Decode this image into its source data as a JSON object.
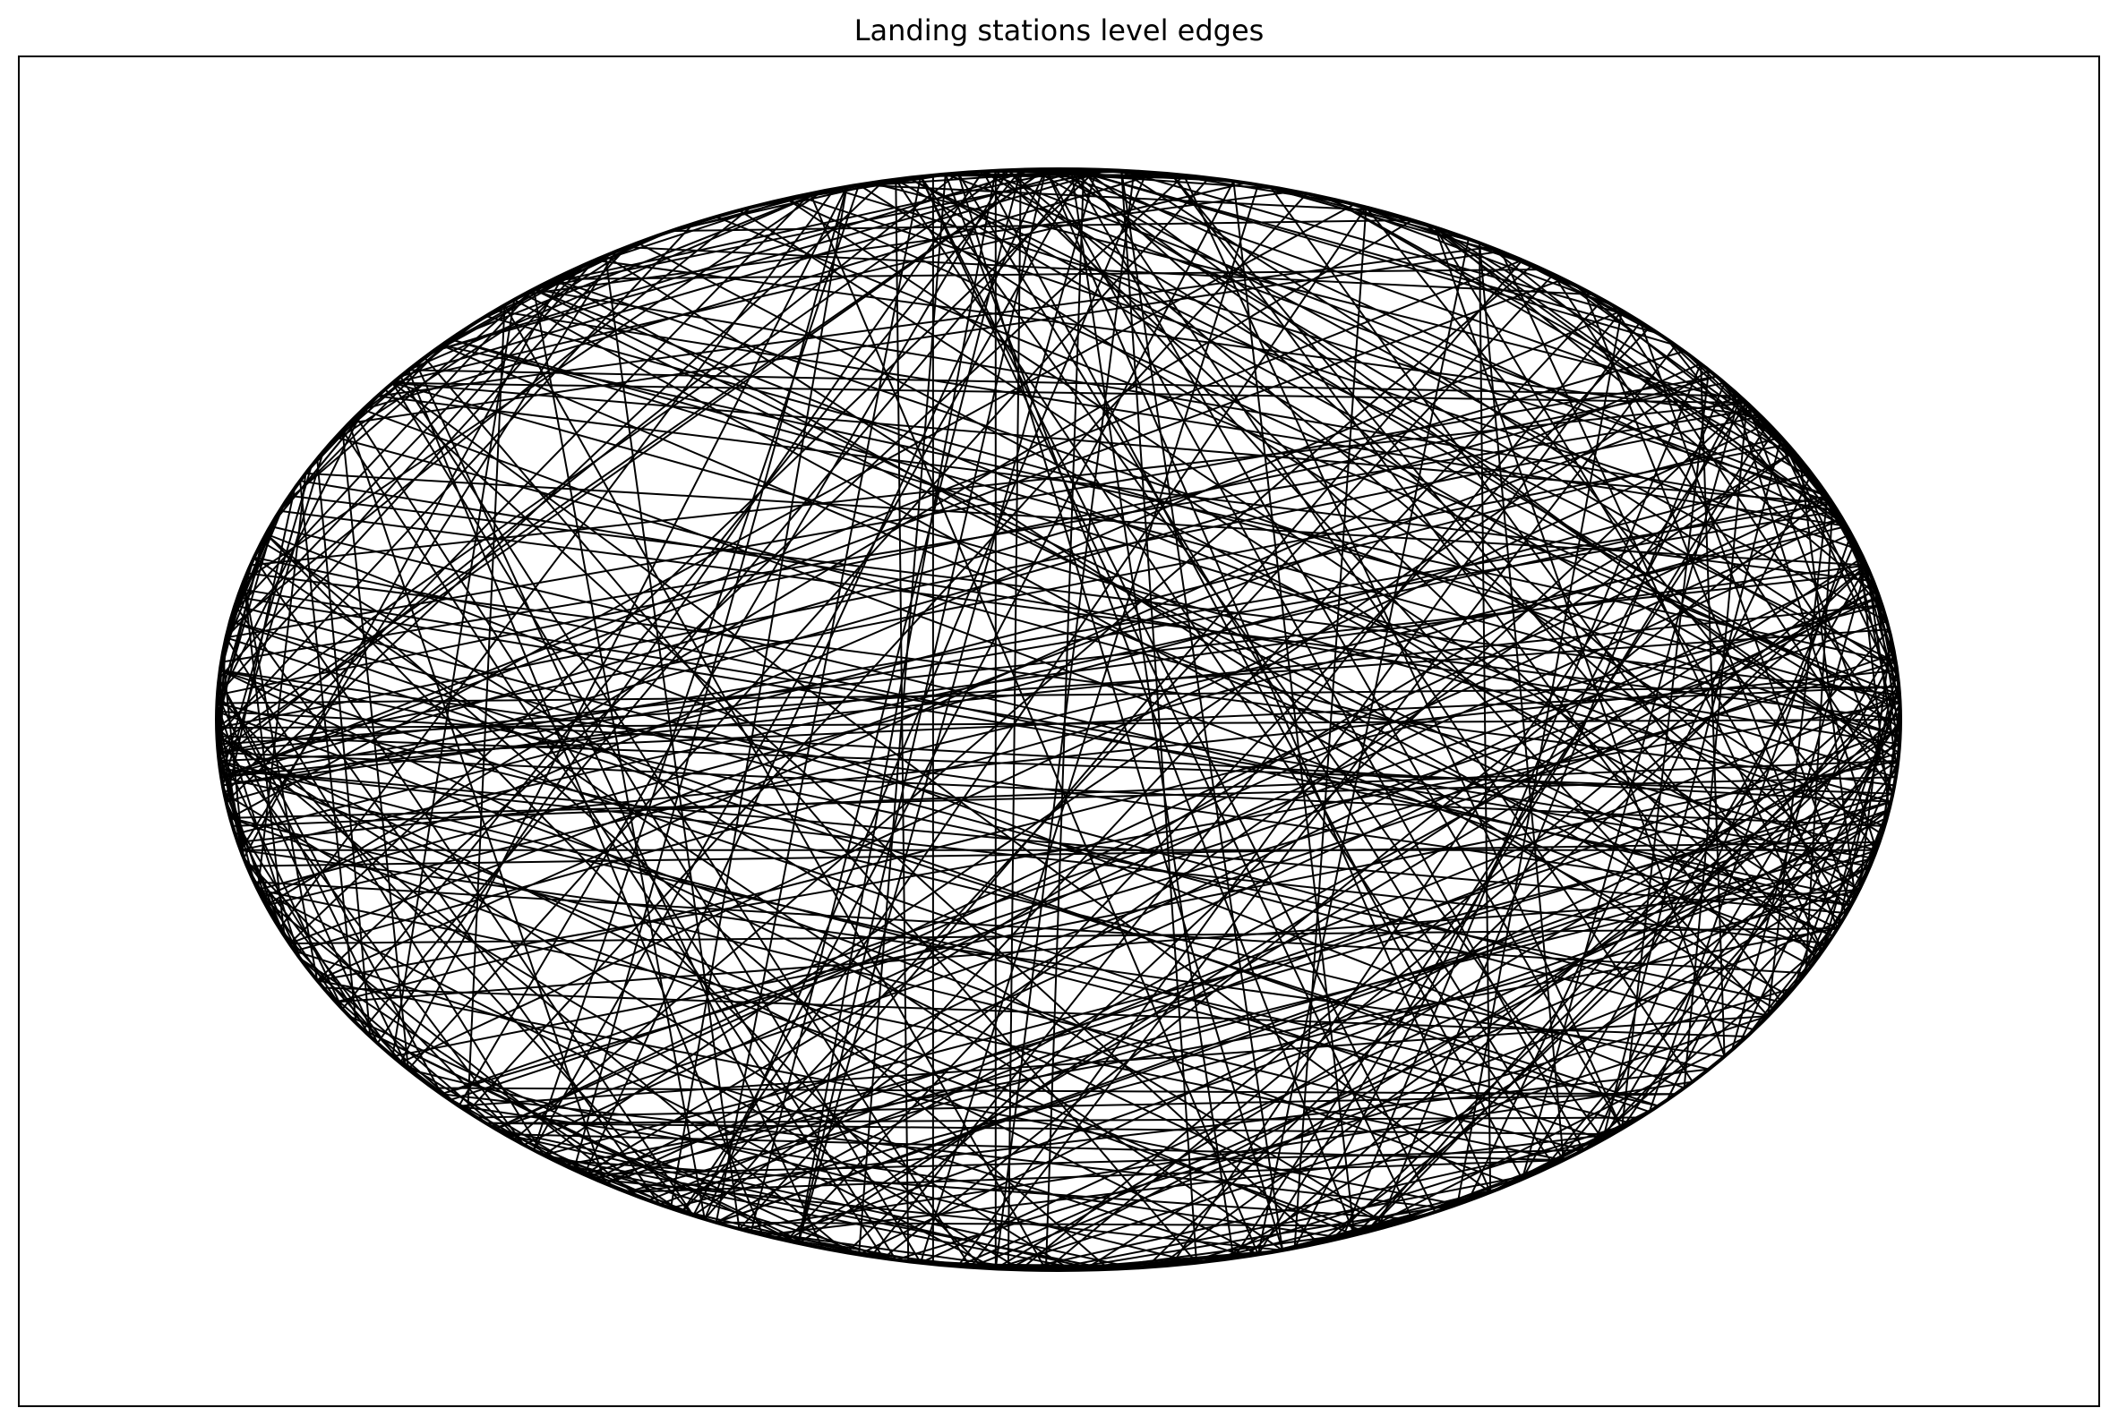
{
  "title": "Landing stations level edges",
  "graph": {
    "layout": "circular",
    "node_count": 420,
    "edge_count": 620,
    "edge_color": "#000000",
    "background_color": "#ffffff",
    "node_markers_visible": false,
    "axes_visible": false
  }
}
